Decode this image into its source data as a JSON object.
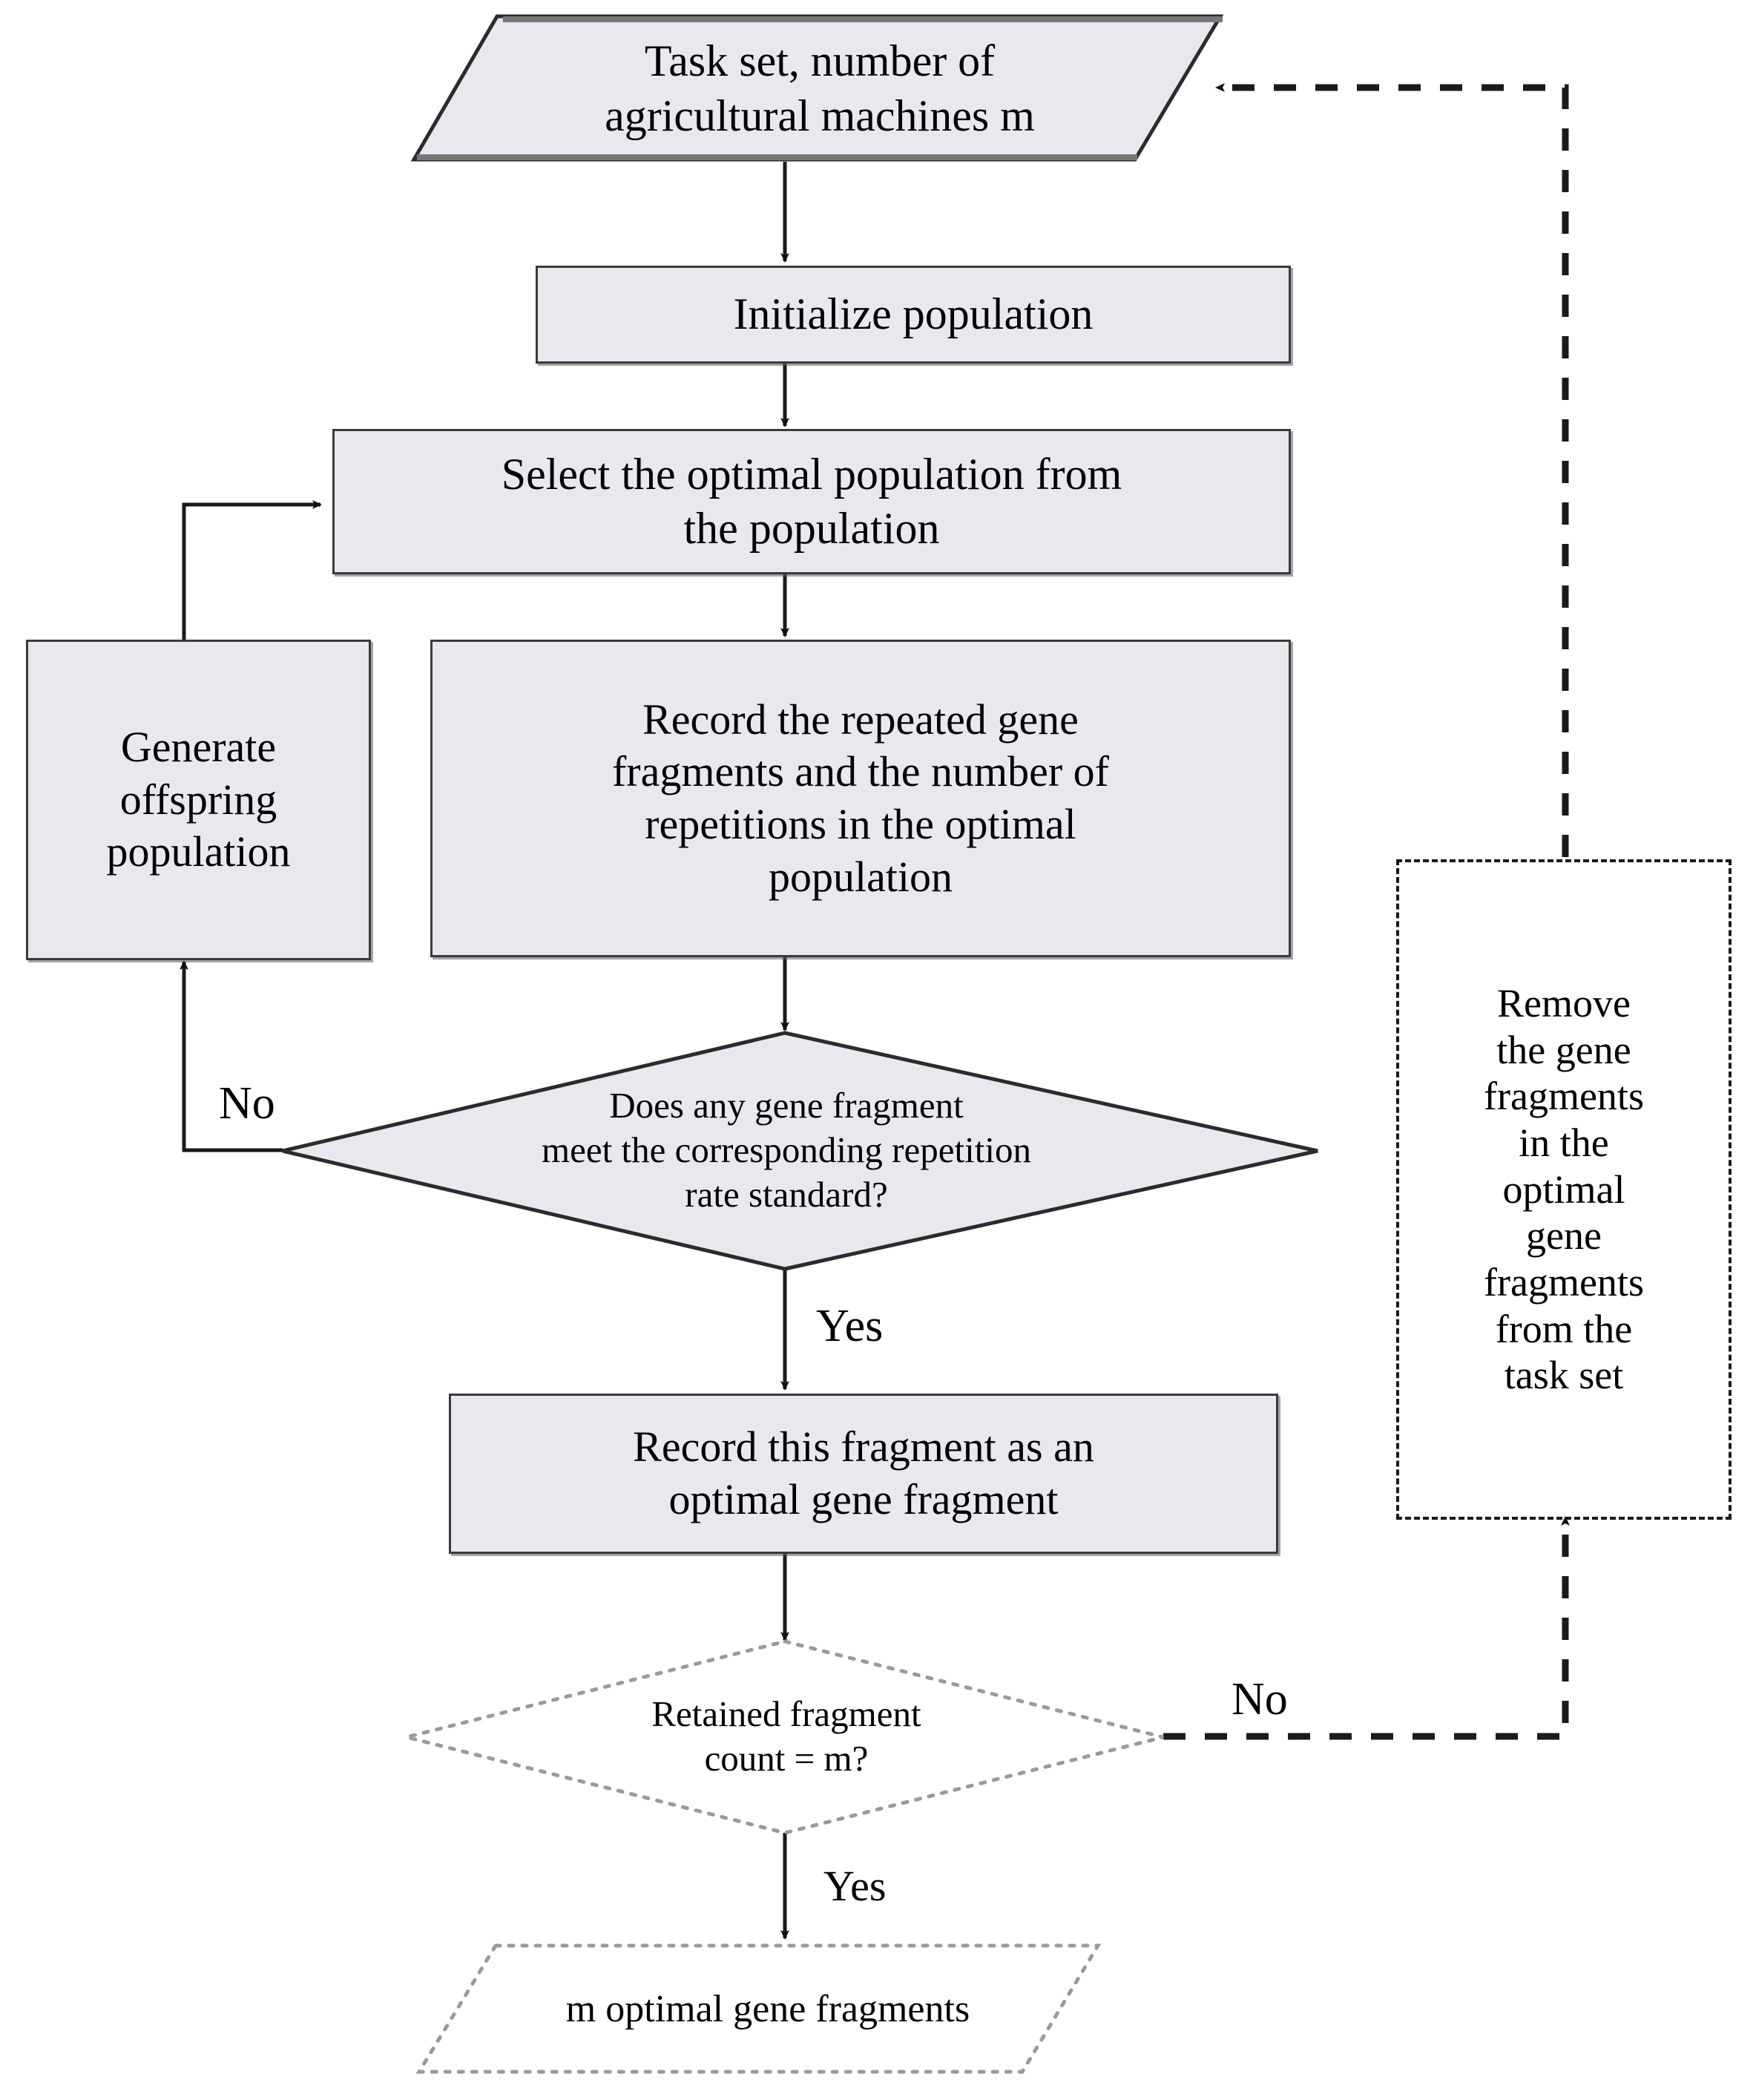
{
  "diagram": {
    "title": "Optimal gene fragment selection flowchart",
    "colors": {
      "node_fill": "#EBE7EF",
      "node_border": "#3A3A3A",
      "dashed_border": "#1A1A1A",
      "dotted_border": "#9A9A9A",
      "line": "#1A1A1A",
      "background": "#FFFFFF"
    },
    "nodes": {
      "task_set_input": {
        "label": "Task set, number of\nagricultural machines m",
        "shape": "parallelogram",
        "style": "solid"
      },
      "initialize_population": {
        "label": "Initialize population",
        "shape": "rectangle",
        "style": "solid"
      },
      "select_optimal_population": {
        "label": "Select the optimal population from\nthe  population",
        "shape": "rectangle",
        "style": "solid"
      },
      "generate_offspring": {
        "label": "Generate\noffspring\npopulation",
        "shape": "rectangle",
        "style": "solid"
      },
      "record_repeated_fragments": {
        "label": "Record the repeated gene\nfragments and the number of\nrepetitions in the optimal\npopulation",
        "shape": "rectangle",
        "style": "solid"
      },
      "repetition_rate_decision": {
        "label": "Does any gene fragment\nmeet the corresponding repetition\nrate standard?",
        "shape": "diamond",
        "style": "solid"
      },
      "record_optimal_fragment": {
        "label": "Record this fragment as an\noptimal gene fragment",
        "shape": "rectangle",
        "style": "solid"
      },
      "retained_count_decision": {
        "label": "Retained fragment\ncount = m?",
        "shape": "diamond",
        "style": "dotted"
      },
      "final_output": {
        "label": "m optimal gene fragments",
        "shape": "parallelogram",
        "style": "dotted"
      },
      "remove_fragments": {
        "label": "Remove\nthe gene\nfragments\nin the\noptimal\ngene\nfragments\nfrom the\ntask set",
        "shape": "rectangle",
        "style": "dashed"
      }
    },
    "edge_labels": {
      "decision1_no": "No",
      "decision1_yes": "Yes",
      "decision2_no": "No",
      "decision2_yes": "Yes"
    }
  }
}
